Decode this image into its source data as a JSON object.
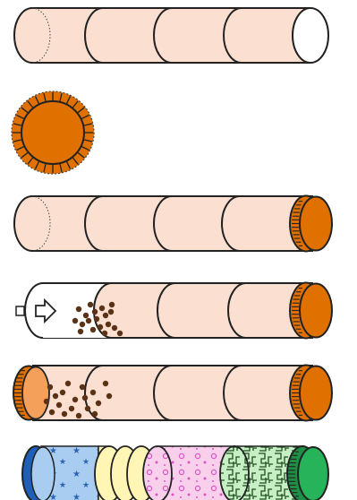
{
  "figure": {
    "caption": "",
    "steps": [
      {
        "id": "step-1",
        "kind": "empty-roll-tube"
      },
      {
        "id": "step-2",
        "kind": "orange-cap-with-crimped-edge"
      },
      {
        "id": "step-3",
        "kind": "tube-with-cap-on-right-end"
      },
      {
        "id": "step-4",
        "kind": "tube-with-dots-and-plunger-arrow"
      },
      {
        "id": "step-5",
        "kind": "tube-with-dots-and-two-caps"
      },
      {
        "id": "step-6",
        "kind": "patterned-roll-segments"
      }
    ]
  },
  "colors": {
    "tube_fill": "#fbe0d2",
    "cap_orange": "#e07000",
    "cap_orange_light": "#f5a05a",
    "dot_brown": "#5a3215",
    "star_blue": "#a9cdf0",
    "star_dark": "#2a63b5",
    "cap_blue": "#1e5fb8",
    "yellow_segment": "#fff6b5",
    "pink_segment": "#f8d0ec",
    "pink_circles": "#dd55c4",
    "green_segment": "#c7efc5",
    "cap_green": "#27b35a",
    "outline": "#222222"
  }
}
